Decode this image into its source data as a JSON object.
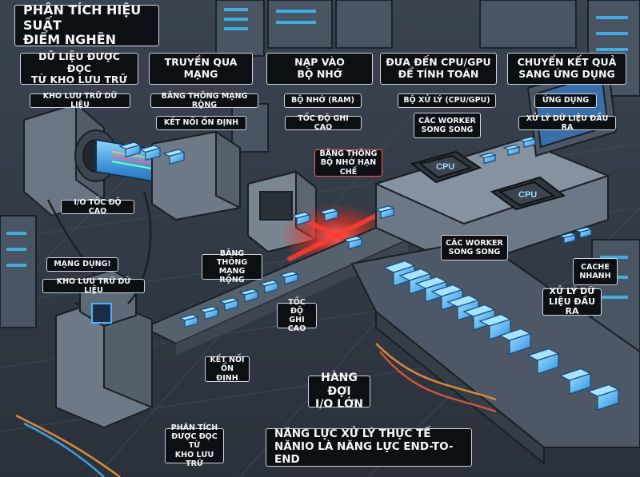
{
  "title": "PHÂN TÍCH HIỆU SUẤT\nĐIỂM NGHẼN",
  "stages": [
    "DỮ LIỆU ĐƯỢC ĐỌC\nTỪ KHO LƯU TRỮ",
    "TRUYỀN QUA\nMẠNG",
    "NẠP VÀO\nBỘ NHỚ",
    "ĐƯA ĐẾN CPU/GPU\nĐỂ TÍNH TOÁN",
    "CHUYỂN KẾT QUẢ\nSANG ỨNG DỤNG"
  ],
  "labels": {
    "storage_top": "KHO LƯU TRỮ DỮ LIỆU",
    "bandwidth_top": "BĂNG THÔNG MẠNG RỘNG",
    "stable_top": "KẾT NỐI ỔN ĐỊNH",
    "ram": "BỘ NHỚ (RAM)",
    "high_speed": "TỐC ĐỘ GHI CAO",
    "processor": "BỘ XỬ LÝ (CPU/GPU)",
    "workers_top": "CÁC WORKER\nSONG SONG",
    "application": "ỨNG DỤNG",
    "output_top": "XỬ LÝ DỮ LIỆU ĐẦU RA",
    "io_speed": "I/O TỐC ĐỘ CAO",
    "mem_bw": "BĂNG THÔNG\nBỘ NHỚ HẠN CHẾ",
    "workers_mid": "CÁC WORKER\nSONG SONG",
    "cache": "CACHE\nNHANH",
    "net_down": "MẠNG DỤNG!",
    "storage_left": "KHO LƯU TRỮ DỮ LIỆU",
    "bandwidth_mid": "BĂNG THÔNG\nMẠNG RỘNG",
    "write_speed": "TỐC ĐỘ\nGHI CAO",
    "output_right": "XỬ LÝ DỮ\nLIỆU ĐẦU RA",
    "stable_bottom": "KẾT NỐI\nỔN ĐỊNH",
    "queue": "HÀNG ĐỢI\nI/O LỚN",
    "analysis": "PHÂN TÍCH\nĐƯỢC ĐỌC TỪ\nKHO LƯU TRỮ",
    "footer": "NĂNG LỰC XỬ LÝ THỰC TẾ\nNĂNIO LÀ NĂNG LỰC END-TO-END"
  },
  "chip_labels": [
    "CPU",
    "CPU"
  ],
  "colors": {
    "floor": "#2c3440",
    "server": "#5b6674",
    "accent_blue": "#4fb3ff",
    "hotspot_red": "#ff3b30",
    "label_bg": "#0c0f14"
  }
}
